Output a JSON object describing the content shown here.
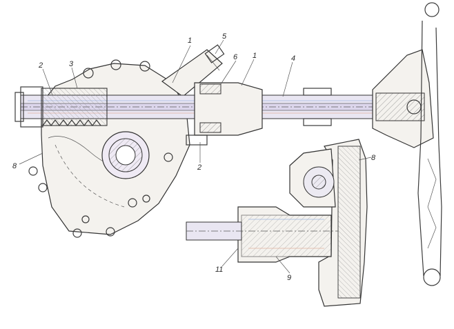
{
  "labels": {
    "l1a": "1",
    "l1b": "1",
    "l2a": "2",
    "l2b": "2",
    "l3": "3",
    "l4": "4",
    "l5": "5",
    "l6": "6",
    "l8a": "8",
    "l8b": "8",
    "l9": "9",
    "l11": "11"
  }
}
